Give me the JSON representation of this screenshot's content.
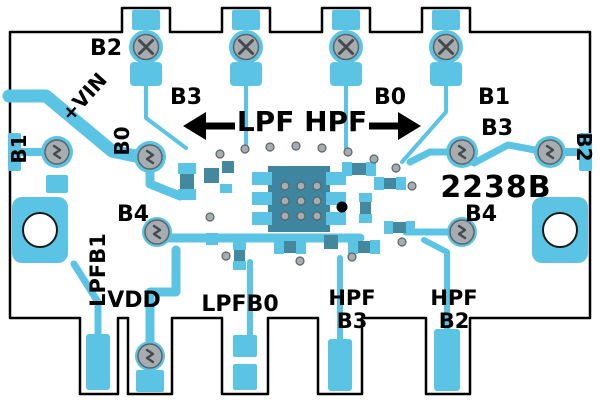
{
  "colors": {
    "copper": "#5bc4e4",
    "component": "#44889f",
    "ic": "#3e86a0",
    "pad_gray": "#a7acb0",
    "pad_outline": "#5c6366",
    "pad_symbol": "#43494d",
    "board": "#ffffff",
    "silkscreen": "#000000"
  },
  "icons": {
    "screw_pad": "circle with diagonal cross",
    "through_hole_pad": "circle with zigzag",
    "mounting_hole": "rounded square with round hole",
    "direction_arrow": "double-headed arrow"
  },
  "labels": {
    "b2_top": "B2",
    "b3_top": "B3",
    "b0_top": "B0",
    "b1_top": "B1",
    "filter_arrow": "LPF HPF",
    "vin": "+VIN",
    "b1_left": "B1",
    "b0_left": "B0",
    "b3_right": "B3",
    "b2_right": "B2",
    "part_number": "2238B",
    "b4_left": "B4",
    "b4_right": "B4",
    "lpfb1": "LPFB1",
    "vdd": "VDD",
    "lpfb0": "LPFB0",
    "hpf3_top": "HPF",
    "hpf3_bottom": "B3",
    "hpf2_top": "HPF",
    "hpf2_bottom": "B2"
  }
}
